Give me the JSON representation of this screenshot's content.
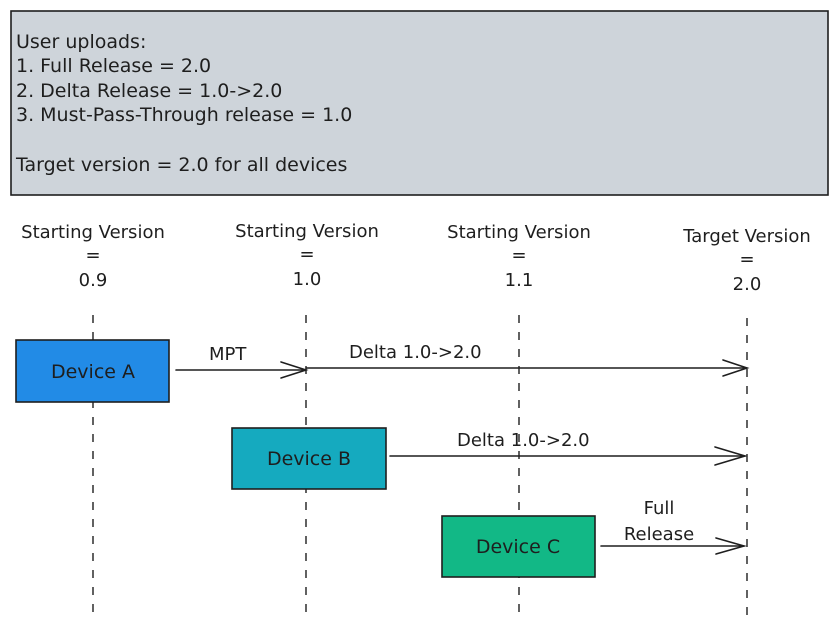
{
  "note": {
    "lines": [
      "User uploads:",
      "1. Full Release = 2.0",
      "2. Delta Release = 1.0->2.0",
      "3. Must-Pass-Through release = 1.0",
      "",
      "Target version = 2.0 for all devices"
    ]
  },
  "columns": [
    {
      "label": "Starting Version",
      "eq": "=",
      "version": "0.9"
    },
    {
      "label": "Starting Version",
      "eq": "=",
      "version": "1.0"
    },
    {
      "label": "Starting Version",
      "eq": "=",
      "version": "1.1"
    },
    {
      "label": "Target Version",
      "eq": "=",
      "version": "2.0"
    }
  ],
  "devices": [
    {
      "label": "Device A",
      "color": "#228be6"
    },
    {
      "label": "Device B",
      "color": "#15aabf"
    },
    {
      "label": "Device C",
      "color": "#12b886"
    }
  ],
  "arrows": [
    {
      "label": "MPT"
    },
    {
      "label": "Delta 1.0->2.0"
    },
    {
      "label": "Delta 1.0->2.0"
    },
    {
      "label_line1": "Full",
      "label_line2": "Release"
    }
  ],
  "colors": {
    "note_fill": "#ced4da",
    "stroke": "#1e1e1e"
  }
}
